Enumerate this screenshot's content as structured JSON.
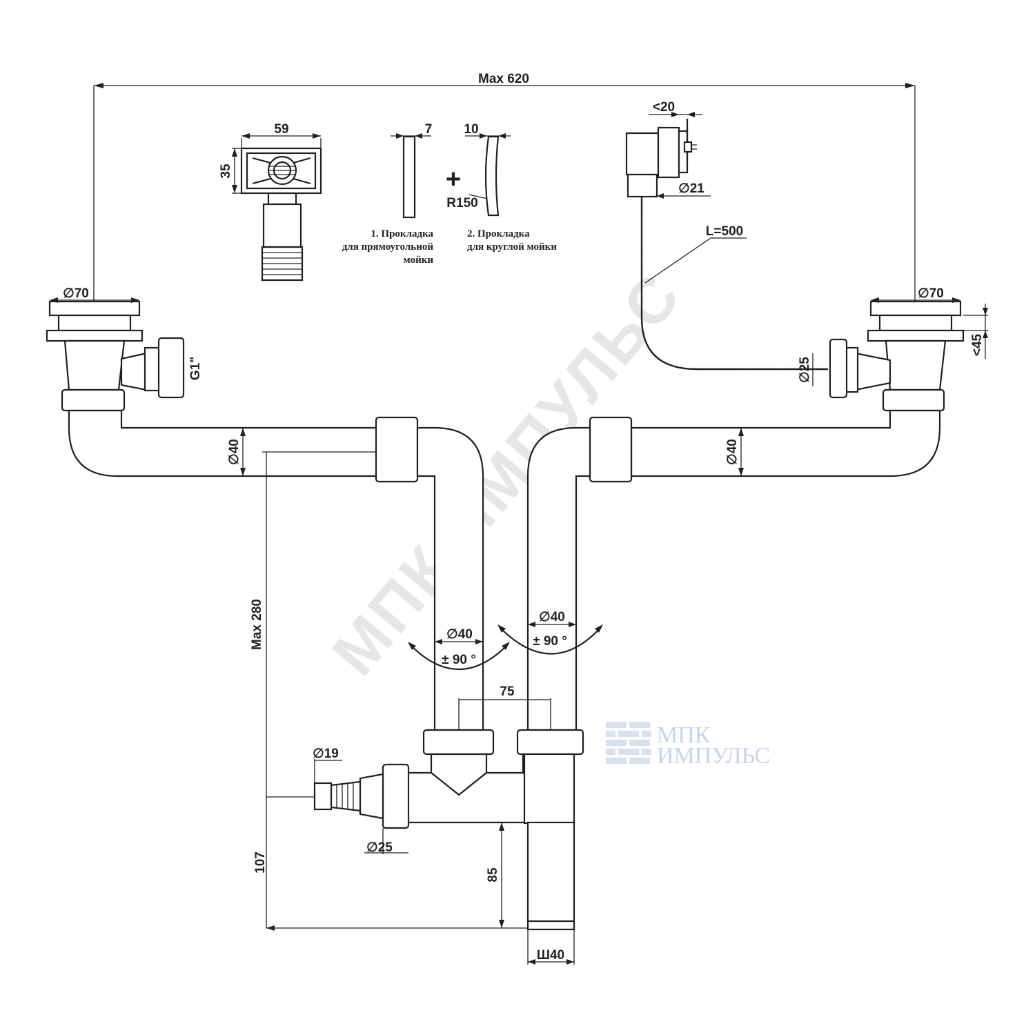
{
  "watermark": "МПК ИМПУЛЬС",
  "logo": {
    "line1": "МПК",
    "line2": "ИМПУЛЬС",
    "color": "#c9d4e8"
  },
  "dimensions": {
    "total_width": "Max 620",
    "grid_width": "59",
    "grid_height": "35",
    "gasket1_thickness": "7",
    "gasket2_thickness": "10",
    "gasket2_radius": "R150",
    "overflow_offset": "<20",
    "overflow_diameter": "∅21",
    "hose_length": "L=500",
    "left_bowl_diameter": "∅70",
    "right_bowl_diameter": "∅70",
    "right_bowl_height": "<45",
    "thread": "G1\"",
    "hose_diameter": "∅25",
    "left_pipe_diameter": "∅40",
    "right_pipe_diameter": "∅40",
    "max_height": "Max 280",
    "left_riser_diameter": "∅40",
    "left_rotation": "± 90 °",
    "right_riser_diameter": "∅40",
    "right_rotation": "± 90 °",
    "riser_spacing": "75",
    "inlet_diameter": "∅19",
    "inlet_base_diameter": "∅25",
    "base_height": "107",
    "outlet_height": "85",
    "outlet_diameter": "Ш40"
  },
  "notes": {
    "plus_sign": "+",
    "gasket1": [
      "1. Прокладка",
      "для прямоугольной",
      "мойки"
    ],
    "gasket2": [
      "2. Прокладка",
      "для круглой мойки"
    ]
  }
}
